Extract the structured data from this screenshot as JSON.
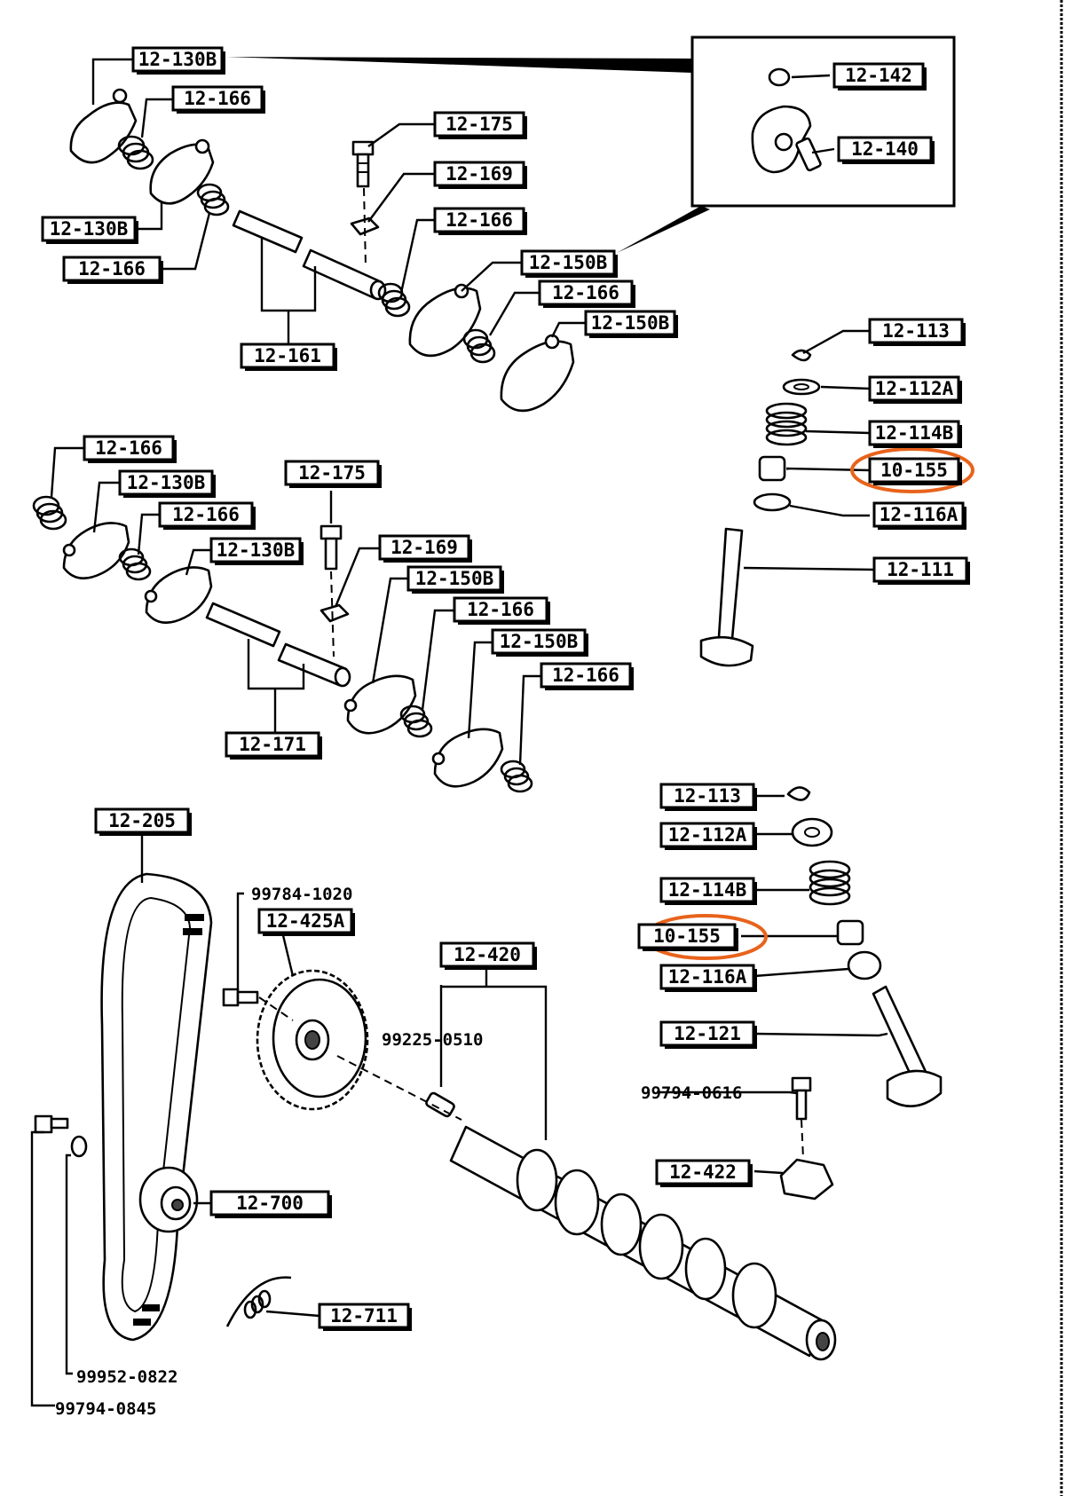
{
  "callouts": {
    "top_group": {
      "rocker_arm_a": "12-130B",
      "spring_a": "12-166",
      "rocker_arm_b": "12-130B",
      "spring_b": "12-166",
      "bolt": "12-175",
      "washer": "12-169",
      "spring_c": "12-166",
      "rocker_arm_c": "12-150B",
      "spring_d": "12-166",
      "rocker_arm_d": "12-150B",
      "shaft": "12-161",
      "inset_nut": "12-142",
      "inset_screw": "12-140"
    },
    "intake_valve": {
      "keeper": "12-113",
      "retainer": "12-112A",
      "spring": "12-114B",
      "seal": "10-155",
      "seat": "12-116A",
      "valve": "12-111"
    },
    "middle_group": {
      "spring_a": "12-166",
      "rocker_arm_a": "12-130B",
      "spring_b": "12-166",
      "rocker_arm_b": "12-130B",
      "bolt": "12-175",
      "washer": "12-169",
      "rocker_arm_c": "12-150B",
      "spring_c": "12-166",
      "rocker_arm_d": "12-150B",
      "spring_d": "12-166",
      "shaft": "12-171"
    },
    "exhaust_valve": {
      "keeper": "12-113",
      "retainer": "12-112A",
      "spring": "12-114B",
      "seal": "10-155",
      "seat": "12-116A",
      "valve": "12-121"
    },
    "timing": {
      "belt": "12-205",
      "pulley_bolt": "99784-1020",
      "pulley": "12-425A",
      "camshaft": "12-420",
      "pin": "99225-0510",
      "cap_bolt": "99794-0616",
      "cap": "12-422",
      "tensioner": "12-700",
      "tensioner_spring": "12-711",
      "washer": "99952-0822",
      "tensioner_bolt": "99794-0845"
    }
  },
  "colors": {
    "ink": "#000000",
    "paper": "#ffffff",
    "highlight": "#e8631c"
  },
  "highlighted": [
    "intake_valve.seal",
    "exhaust_valve.seal"
  ]
}
